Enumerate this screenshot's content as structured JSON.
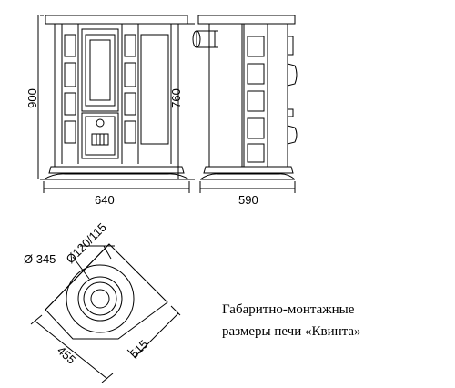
{
  "front_view": {
    "height_label": "900",
    "width_label": "640"
  },
  "side_view": {
    "height_label": "760",
    "depth_label": "590"
  },
  "top_view": {
    "flue_label": "Ø120/115",
    "firebox_label": "Ø 345",
    "left_side_label": "455",
    "right_side_label": "515"
  },
  "caption": {
    "line1": "Габаритно-монтажные",
    "line2": "размеры печи «Квинта»"
  },
  "colors": {
    "line": "#000000",
    "background": "#ffffff"
  }
}
